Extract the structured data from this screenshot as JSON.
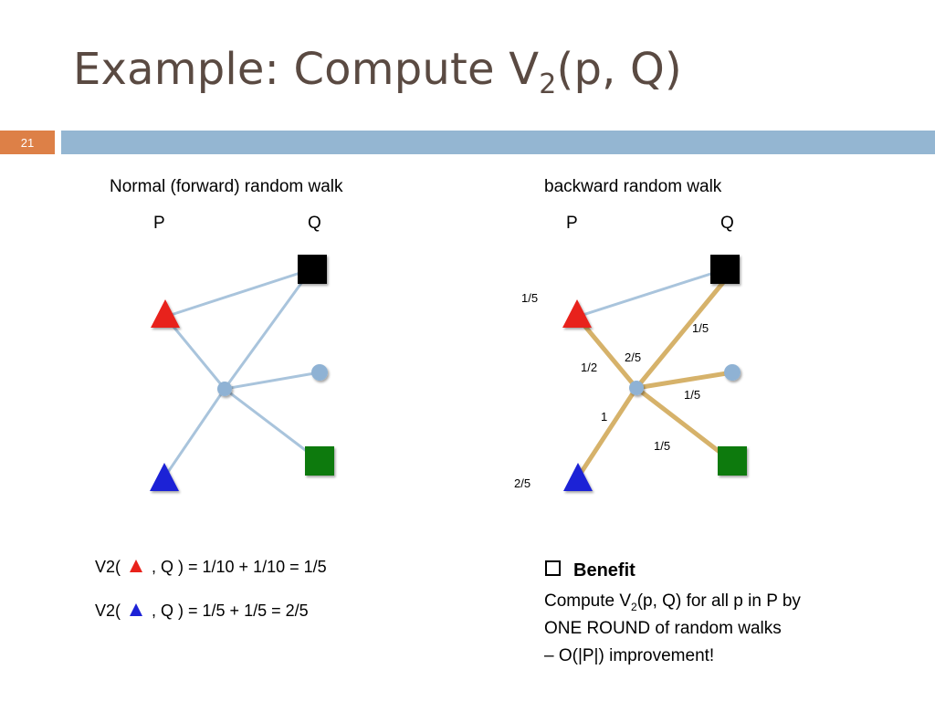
{
  "slide": {
    "title_main": "Example: Compute V",
    "title_sub": "2",
    "title_rest": "(p, Q)",
    "slide_number": "21"
  },
  "left_diagram": {
    "heading": "Normal (forward) random walk",
    "p_label": "P",
    "q_label": "Q"
  },
  "right_diagram": {
    "heading": "backward random walk",
    "p_label": "P",
    "q_label": "Q",
    "weights": {
      "red_triangle": "1/5",
      "black_square_edge": "1/5",
      "hub_red_edge": "1/2",
      "hub_center": "2/5",
      "hub_circle_edge": "1/5",
      "hub_blue_edge": "1",
      "hub_green_edge": "1/5",
      "blue_triangle": "2/5"
    }
  },
  "node_colors": {
    "red_triangle": "#e8221b",
    "blue_triangle": "#1d22d6",
    "black_square": "#000000",
    "green_square": "#0a7a10",
    "hub": "#8fb2d4",
    "forward_edge": "#a9c4dc",
    "backward_edge": "#d6b26a"
  },
  "formulas": [
    {
      "prefix": "V2(",
      "icon": "red-triangle",
      "suffix": ", Q ) = 1/10 + 1/10 = 1/5"
    },
    {
      "prefix": "V2(",
      "icon": "blue-triangle",
      "suffix": ", Q ) = 1/5 + 1/5 = 2/5"
    }
  ],
  "benefit": {
    "heading": "Benefit",
    "line1_pre": "Compute V",
    "line1_sub": "2",
    "line1_post": "(p, Q) for all p in P by",
    "line2": "ONE ROUND of random walks",
    "line3": "– O(|P|) improvement!"
  }
}
